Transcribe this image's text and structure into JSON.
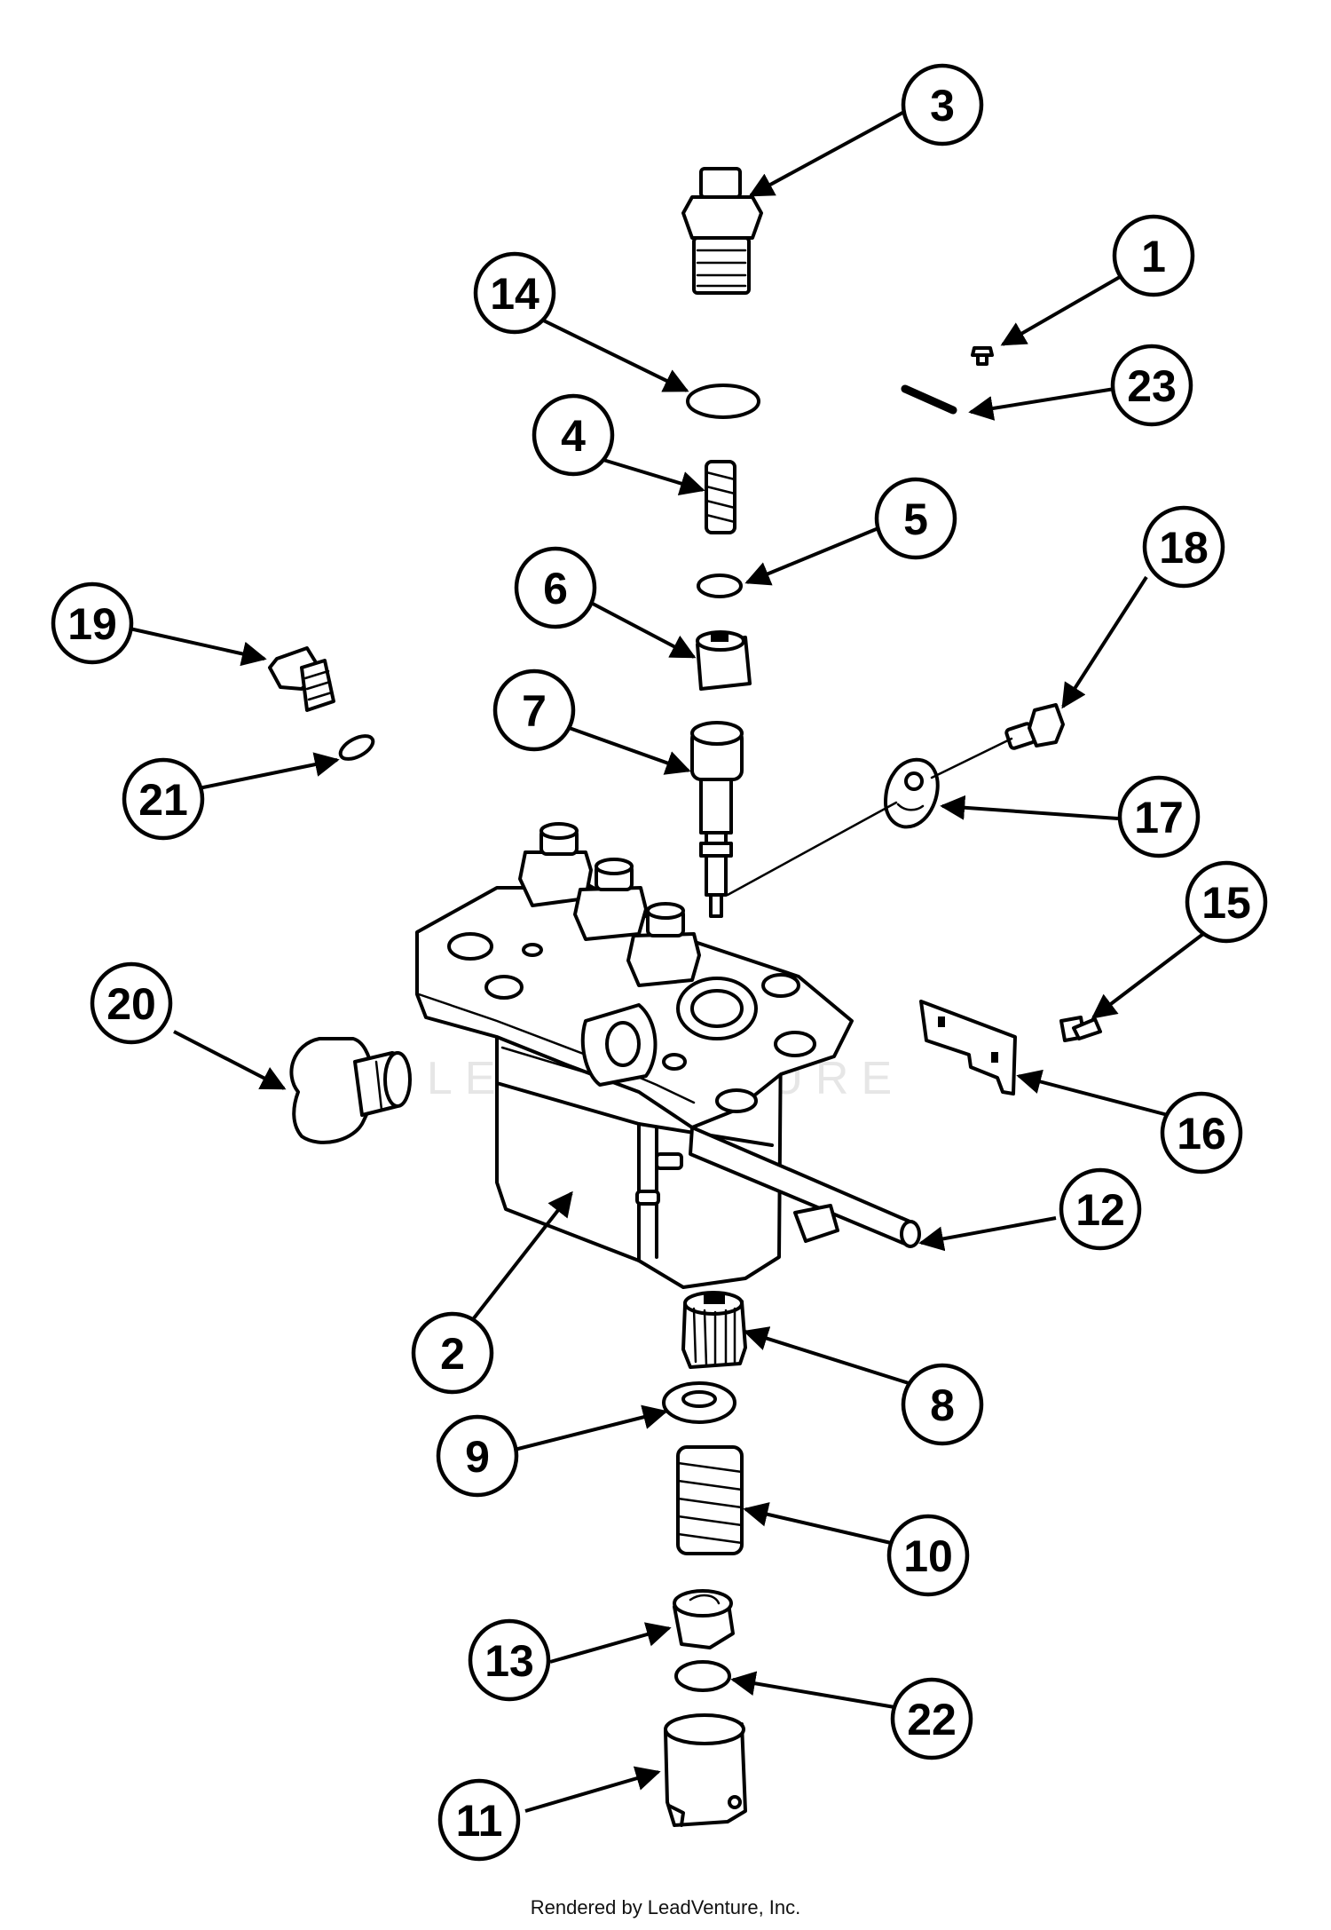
{
  "callouts": [
    {
      "number": "1"
    },
    {
      "number": "2"
    },
    {
      "number": "3"
    },
    {
      "number": "4"
    },
    {
      "number": "5"
    },
    {
      "number": "6"
    },
    {
      "number": "7"
    },
    {
      "number": "8"
    },
    {
      "number": "9"
    },
    {
      "number": "10"
    },
    {
      "number": "11"
    },
    {
      "number": "12"
    },
    {
      "number": "13"
    },
    {
      "number": "14"
    },
    {
      "number": "15"
    },
    {
      "number": "16"
    },
    {
      "number": "17"
    },
    {
      "number": "18"
    },
    {
      "number": "19"
    },
    {
      "number": "20"
    },
    {
      "number": "21"
    },
    {
      "number": "22"
    },
    {
      "number": "23"
    }
  ],
  "watermark": "LEADVENTURE",
  "footer": {
    "text": "Rendered by LeadVenture, Inc."
  },
  "colors": {
    "line": "#000000",
    "background": "#ffffff"
  }
}
